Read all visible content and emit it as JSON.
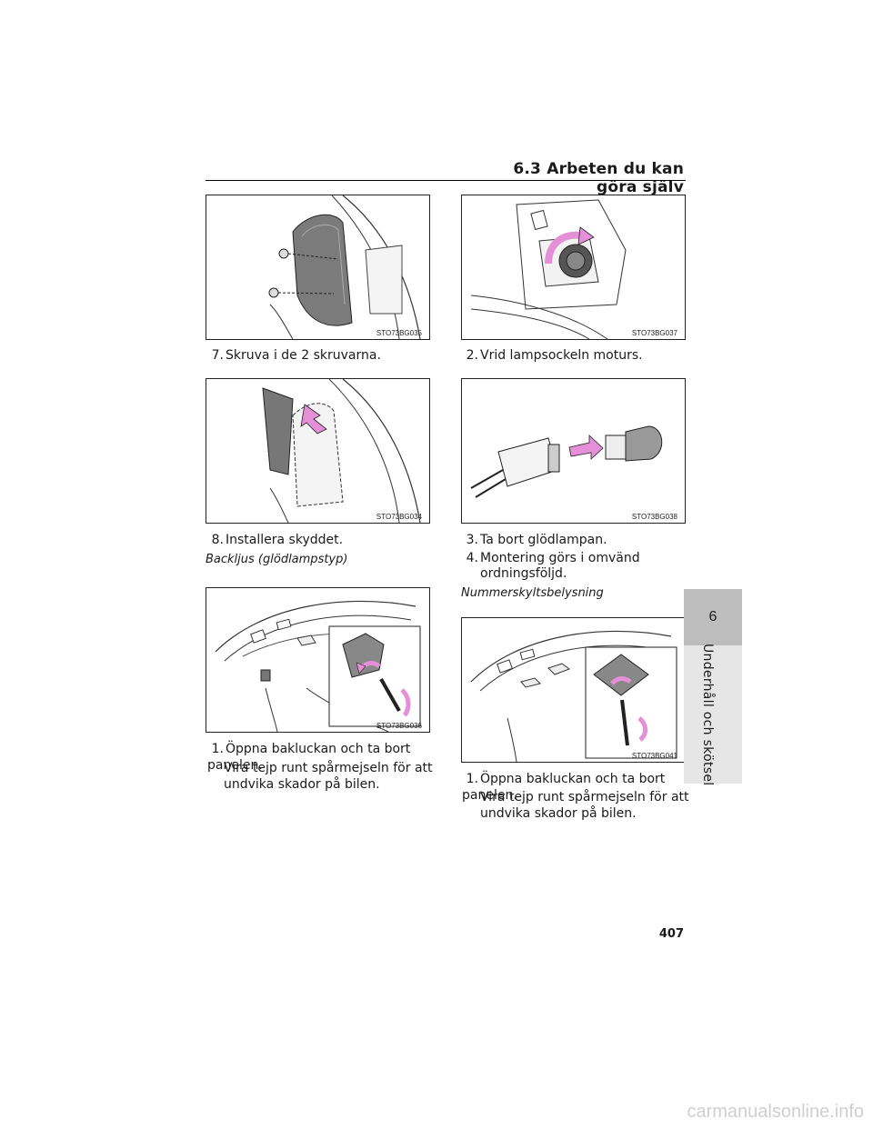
{
  "header": {
    "section_title": "6.3 Arbeten du kan göra själv"
  },
  "figures": {
    "fig1": "STO73BG035",
    "fig2": "STO73BG037",
    "fig3": "STO73BG034",
    "fig4": "STO73BG038",
    "fig5": "STO73BG036",
    "fig6": "STO73BG041"
  },
  "left": {
    "step7": {
      "num": "7.",
      "text": "Skruva i de 2 skruvarna."
    },
    "step8": {
      "num": "8.",
      "text": "Installera skyddet."
    },
    "caption": "Backljus (glödlampstyp)",
    "step1": {
      "num": "1.",
      "text": "Öppna bakluckan och ta bort panelen.",
      "sub1": "Vira tejp runt spårmejseln för att",
      "sub2": "undvika skador på bilen."
    }
  },
  "right": {
    "step2": {
      "num": "2.",
      "text": "Vrid lampsockeln moturs."
    },
    "step3": {
      "num": "3.",
      "text": "Ta bort glödlampan."
    },
    "step4": {
      "num": "4.",
      "text": "Montering görs i omvänd",
      "cont": "ordningsföljd."
    },
    "caption": "Nummerskyltsbelysning",
    "step1": {
      "num": "1.",
      "text": "Öppna bakluckan och ta bort panelen.",
      "sub1": "Vira tejp runt spårmejseln för att",
      "sub2": "undvika skador på bilen."
    }
  },
  "sidebar": {
    "chapter_number": "6",
    "chapter_title": "Underhåll och skötsel"
  },
  "footer": {
    "page_number": "407",
    "watermark": "carmanualsonline.info"
  },
  "colors": {
    "arrow_pink": "#e58fd8",
    "tab_dark": "#bdbdbd",
    "tab_light": "#e6e6e6"
  }
}
